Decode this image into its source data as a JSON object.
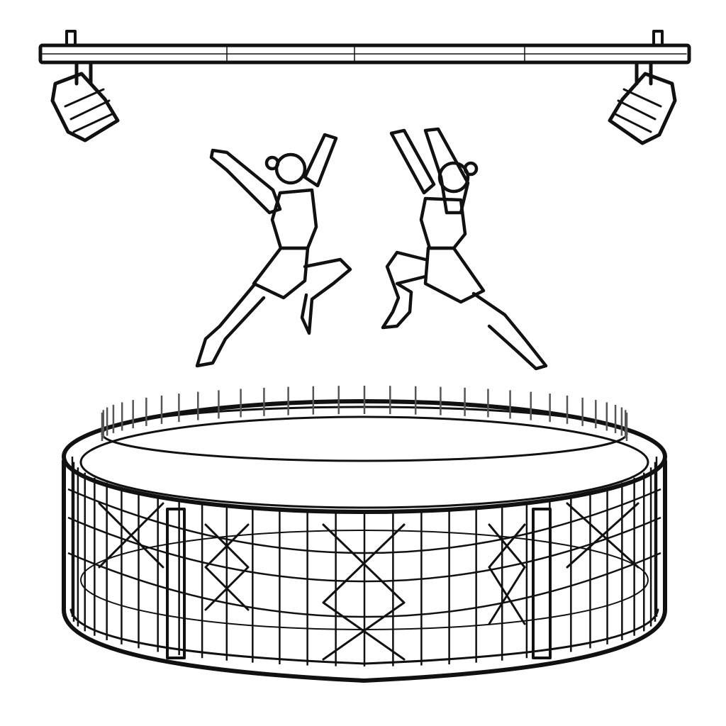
{
  "illustration": {
    "style": "black line art coloring page",
    "colors": {
      "line": "#111111",
      "background": "#ffffff"
    },
    "elements": [
      "lighting-truss-bar",
      "spotlight-left",
      "spotlight-right",
      "gymnast-left",
      "gymnast-right",
      "circular-net-enclosure"
    ]
  }
}
